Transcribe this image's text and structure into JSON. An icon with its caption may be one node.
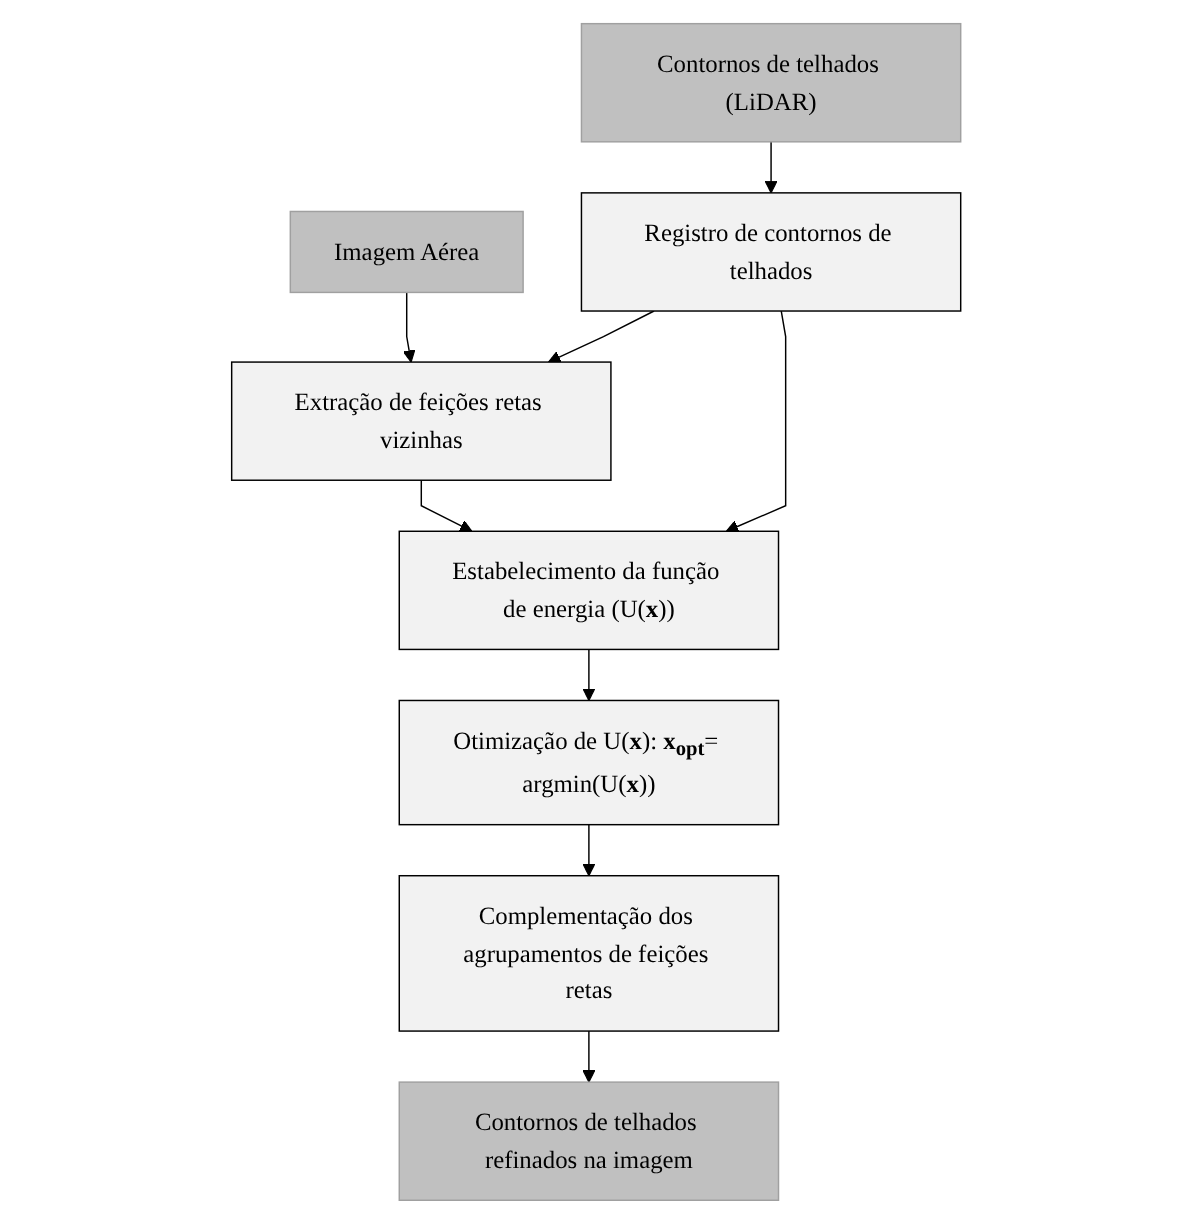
{
  "diagram": {
    "nodes": [
      {
        "text": [
          "Contornos de telhados (LiDAR)"
        ]
      },
      {
        "text": [
          "Imagem Aérea"
        ]
      },
      {
        "text": [
          "Registro de contornos de telhados"
        ]
      },
      {
        "text": [
          "Extração de feições retas vizinhas"
        ]
      },
      {
        "text": [
          "Estabelecimento da função de energia (U(**x**))"
        ]
      },
      {
        "text": [
          "Otimização de U(**x**): **x$_{opt}$**= argmin(U(**x**))"
        ]
      },
      {
        "text": [
          "Complementação dos agrupamentos de feições retas"
        ]
      },
      {
        "text": [
          "Contornos de telhados refinados na imagem"
        ]
      }
    ],
    "edges": [
      {
        "from": 0,
        "to": 2,
        "arrow": "to"
      },
      {
        "from": 1,
        "to": 3,
        "arrow": "to"
      },
      {
        "from": 2,
        "to": 3,
        "arrow": "to"
      },
      {
        "from": 2,
        "to": 4,
        "arrow": "to"
      },
      {
        "from": 3,
        "to": 4,
        "arrow": "to"
      },
      {
        "from": 4,
        "to": 5,
        "arrow": "to"
      },
      {
        "from": 5,
        "to": 6,
        "arrow": "to"
      },
      {
        "from": 6,
        "to": 7,
        "arrow": "to"
      }
    ]
  }
}
